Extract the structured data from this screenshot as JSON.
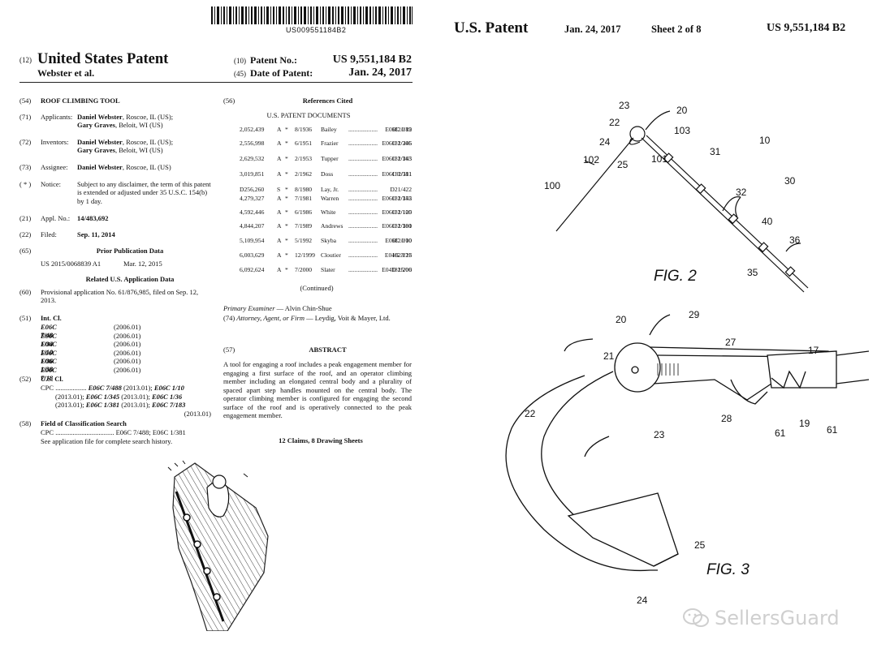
{
  "left": {
    "barcode_text": "US009551184B2",
    "header": {
      "code12": "(12)",
      "title": "United States Patent",
      "inventors": "Webster et al.",
      "code10": "(10)",
      "patent_no_label": "Patent No.:",
      "patent_no": "US 9,551,184 B2",
      "code45": "(45)",
      "date_label": "Date of Patent:",
      "date": "Jan. 24, 2017"
    },
    "fields": {
      "f54": {
        "num": "(54)",
        "text": "ROOF CLIMBING TOOL"
      },
      "f71": {
        "num": "(71)",
        "label": "Applicants:",
        "l1_name": "Daniel Webster",
        "l1_rest": ", Roscoe, IL (US);",
        "l2_name": "Gary Graves",
        "l2_rest": ", Beloit, WI (US)"
      },
      "f72": {
        "num": "(72)",
        "label": "Inventors:",
        "l1_name": "Daniel Webster",
        "l1_rest": ", Roscoe, IL (US);",
        "l2_name": "Gary Graves",
        "l2_rest": ", Beloit, WI (US)"
      },
      "f73": {
        "num": "(73)",
        "label": "Assignee:",
        "l1_name": "Daniel Webster",
        "l1_rest": ", Roscoe, IL (US)"
      },
      "notice": {
        "num": "( * )",
        "label": "Notice:",
        "text": "Subject to any disclaimer, the term of this patent is extended or adjusted under 35 U.S.C. 154(b) by 1 day."
      },
      "f21": {
        "num": "(21)",
        "label": "Appl. No.:",
        "value": "14/483,692"
      },
      "f22": {
        "num": "(22)",
        "label": "Filed:",
        "value": "Sep. 11, 2014"
      },
      "f65": {
        "num": "(65)",
        "heading": "Prior Publication Data",
        "pub": "US 2015/0068839 A1",
        "pub_date": "Mar. 12, 2015"
      },
      "related_heading": "Related U.S. Application Data",
      "f60": {
        "num": "(60)",
        "text": "Provisional application No. 61/876,985, filed on Sep. 12, 2013."
      },
      "f51": {
        "num": "(51)",
        "label": "Int. Cl."
      },
      "f52": {
        "num": "(52)",
        "label": "U.S. Cl."
      },
      "f58": {
        "num": "(58)",
        "label": "Field of Classification Search",
        "cpc": "CPC .................................. E06C 7/488; E06C 1/381",
        "see": "See application file for complete search history."
      },
      "f56": {
        "num": "(56)",
        "heading": "References Cited",
        "sub": "U.S. PATENT DOCUMENTS",
        "continued": "(Continued)"
      },
      "examiner_label": "Primary Examiner",
      "examiner": " — Alvin Chin-Shue",
      "attorney_num": "(74)",
      "attorney_label": "Attorney, Agent, or Firm",
      "attorney": " — Leydig, Voit & Mayer, Ltd.",
      "f57": {
        "num": "(57)",
        "heading": "ABSTRACT"
      },
      "abstract": "A tool for engaging a roof includes a peak engagement member for engaging a first surface of the roof, and an operator climbing member including an elongated central body and a plurality of spaced apart step handles mounted on the central body. The operator climbing member is configured for engaging the second surface of the roof and is operatively connected to the peak engagement member.",
      "claims": "12 Claims, 8 Drawing Sheets"
    },
    "ipc": [
      {
        "code": "E06C 7/48",
        "ver": "(2006.01)"
      },
      {
        "code": "E06C 1/34",
        "ver": "(2006.01)"
      },
      {
        "code": "E06C 1/10",
        "ver": "(2006.01)"
      },
      {
        "code": "E06C 1/36",
        "ver": "(2006.01)"
      },
      {
        "code": "E06C 1/38",
        "ver": "(2006.01)"
      },
      {
        "code": "E06C 7/18",
        "ver": "(2006.01)"
      }
    ],
    "cpc": {
      "l1_a": "CPC .................. ",
      "l1_b": "E06C 7/488",
      "l1_c": " (2013.01); ",
      "l1_d": "E06C 1/10",
      "l2_a": "(2013.01); ",
      "l2_b": "E06C 1/345",
      "l2_c": " (2013.01); ",
      "l2_d": "E06C 1/36",
      "l3_a": "(2013.01); ",
      "l3_b": "E06C 1/381",
      "l3_c": " (2013.01); ",
      "l3_d": "E06C 7/183",
      "l4": "(2013.01)"
    },
    "refs": [
      {
        "no": "2,052,439",
        "k": "A",
        "date": "8/1936",
        "name": "Bailey",
        "dots": "........................",
        "cls": "E06C 1/12",
        "cont": "182/189"
      },
      {
        "no": "2,556,998",
        "k": "A",
        "date": "6/1951",
        "name": "Frazier",
        "dots": "....................",
        "cls": "E06C 1/345",
        "cont": "182/206"
      },
      {
        "no": "2,629,532",
        "k": "A",
        "date": "2/1953",
        "name": "Tupper",
        "dots": "....................",
        "cls": "E06C 1/345",
        "cont": "182/163"
      },
      {
        "no": "3,019,851",
        "k": "A",
        "date": "2/1962",
        "name": "Doss",
        "dots": "........................",
        "cls": "E06C 1/381",
        "cont": "182/111"
      },
      {
        "no": "D256,260",
        "k": "S",
        "date": "8/1980",
        "name": "Lay, Jr.",
        "dots": "..........................",
        "cls": "D21/422",
        "cont": ""
      },
      {
        "no": "4,279,327",
        "k": "A",
        "date": "7/1981",
        "name": "Warren",
        "dots": "....................",
        "cls": "E06C 1/345",
        "cont": "182/152"
      },
      {
        "no": "4,592,446",
        "k": "A",
        "date": "6/1986",
        "name": "White",
        "dots": "........................",
        "cls": "E06C 1/125",
        "cont": "182/100"
      },
      {
        "no": "4,844,207",
        "k": "A",
        "date": "7/1989",
        "name": "Andrews",
        "dots": "....................",
        "cls": "E06C 1/381",
        "cont": "182/100"
      },
      {
        "no": "5,109,954",
        "k": "A",
        "date": "5/1992",
        "name": "Skyba",
        "dots": "........................",
        "cls": "E06C 1/10",
        "cont": "182/100"
      },
      {
        "no": "6,003,629",
        "k": "A",
        "date": "12/1999",
        "name": "Cloutier",
        "dots": "....................",
        "cls": "E04G 3/26",
        "cont": "182/113"
      },
      {
        "no": "6,092,624",
        "k": "A",
        "date": "7/2000",
        "name": "Slater",
        "dots": "........................",
        "cls": "E04D 15/00",
        "cont": "182/206"
      }
    ]
  },
  "right": {
    "header": {
      "title": "U.S. Patent",
      "date": "Jan. 24, 2017",
      "sheet": "Sheet 2 of 8",
      "number": "US 9,551,184 B2"
    },
    "fig2": {
      "label": "FIG. 2",
      "refs": {
        "r10": "10",
        "r20": "20",
        "r22": "22",
        "r23": "23",
        "r24": "24",
        "r25": "25",
        "r30": "30",
        "r31": "31",
        "r32": "32",
        "r35": "35",
        "r36": "36",
        "r40": "40",
        "r100": "100",
        "r101": "101",
        "r102": "102",
        "r103": "103"
      }
    },
    "fig3": {
      "label": "FIG. 3",
      "refs": {
        "r17": "17",
        "r19": "19",
        "r20": "20",
        "r21": "21",
        "r22": "22",
        "r23": "23",
        "r24": "24",
        "r25": "25",
        "r27": "27",
        "r28": "28",
        "r29": "29",
        "r61a": "61",
        "r61b": "61"
      }
    },
    "watermark": "SellersGuard"
  }
}
